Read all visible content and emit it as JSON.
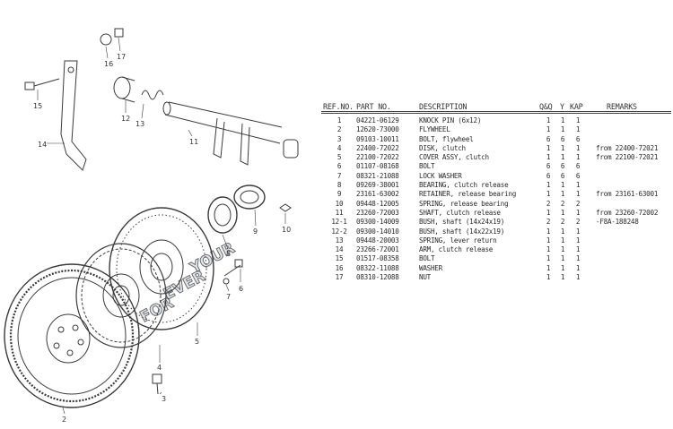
{
  "diagram": {
    "callouts": [
      "2",
      "3",
      "4",
      "5",
      "6",
      "7",
      "8",
      "9",
      "10",
      "11",
      "12",
      "13",
      "14",
      "15",
      "16",
      "17"
    ],
    "watermark": [
      "FOR",
      "EVER",
      "YOUR"
    ]
  },
  "table": {
    "headers": {
      "ref": "REF.NO.",
      "part": "PART NO.",
      "desc": "DESCRIPTION",
      "q1": "Q&Q",
      "q2": "Y",
      "q3": "KAP",
      "remarks": "REMARKS"
    },
    "rows": [
      {
        "ref": "1",
        "part": "04221-06129",
        "desc": "KNOCK PIN (6x12)",
        "q1": "1",
        "q2": "1",
        "q3": "1",
        "remarks": ""
      },
      {
        "ref": "2",
        "part": "12620-73000",
        "desc": "FLYWHEEL",
        "q1": "1",
        "q2": "1",
        "q3": "1",
        "remarks": ""
      },
      {
        "ref": "3",
        "part": "09103-10011",
        "desc": "BOLT, flywheel",
        "q1": "6",
        "q2": "6",
        "q3": "6",
        "remarks": ""
      },
      {
        "ref": "4",
        "part": "22400-72022",
        "desc": "DISK, clutch",
        "q1": "1",
        "q2": "1",
        "q3": "1",
        "remarks": "from 22400-72021"
      },
      {
        "ref": "5",
        "part": "22100-72022",
        "desc": "COVER ASSY, clutch",
        "q1": "1",
        "q2": "1",
        "q3": "1",
        "remarks": "from 22100-72021"
      },
      {
        "ref": "6",
        "part": "01107-08168",
        "desc": "BOLT",
        "q1": "6",
        "q2": "6",
        "q3": "6",
        "remarks": ""
      },
      {
        "ref": "7",
        "part": "08321-21088",
        "desc": "LOCK WASHER",
        "q1": "6",
        "q2": "6",
        "q3": "6",
        "remarks": ""
      },
      {
        "ref": "8",
        "part": "09269-38001",
        "desc": "BEARING, clutch release",
        "q1": "1",
        "q2": "1",
        "q3": "1",
        "remarks": ""
      },
      {
        "ref": "9",
        "part": "23161-63002",
        "desc": "RETAINER, release bearing",
        "q1": "1",
        "q2": "1",
        "q3": "1",
        "remarks": "from 23161-63001"
      },
      {
        "ref": "10",
        "part": "09448-12005",
        "desc": "SPRING, release bearing",
        "q1": "2",
        "q2": "2",
        "q3": "2",
        "remarks": ""
      },
      {
        "ref": "11",
        "part": "23260-72003",
        "desc": "SHAFT, clutch release",
        "q1": "1",
        "q2": "1",
        "q3": "1",
        "remarks": "from 23260-72002"
      },
      {
        "ref": "12-1",
        "part": "09300-14009",
        "desc": "BUSH, shaft (14x24x19)",
        "q1": "2",
        "q2": "2",
        "q3": "2",
        "remarks": "-F8A-188248"
      },
      {
        "ref": "12-2",
        "part": "09300-14010",
        "desc": "BUSH, shaft (14x22x19)",
        "q1": "1",
        "q2": "1",
        "q3": "1",
        "remarks": ""
      },
      {
        "ref": "13",
        "part": "09448-20003",
        "desc": "SPRING, lever return",
        "q1": "1",
        "q2": "1",
        "q3": "1",
        "remarks": ""
      },
      {
        "ref": "14",
        "part": "23266-72001",
        "desc": "ARM, clutch release",
        "q1": "1",
        "q2": "1",
        "q3": "1",
        "remarks": ""
      },
      {
        "ref": "15",
        "part": "01517-08358",
        "desc": "BOLT",
        "q1": "1",
        "q2": "1",
        "q3": "1",
        "remarks": ""
      },
      {
        "ref": "16",
        "part": "08322-11088",
        "desc": "WASHER",
        "q1": "1",
        "q2": "1",
        "q3": "1",
        "remarks": ""
      },
      {
        "ref": "17",
        "part": "08310-12088",
        "desc": "NUT",
        "q1": "1",
        "q2": "1",
        "q3": "1",
        "remarks": ""
      }
    ]
  }
}
